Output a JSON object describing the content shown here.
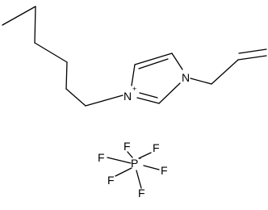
{
  "structure": {
    "cation": {
      "ring_nitrogen_charged": {
        "symbol": "N",
        "charge": "+"
      },
      "ring_nitrogen_neutral": {
        "symbol": "N"
      }
    },
    "anion": {
      "central": {
        "symbol": "P",
        "charge": "-"
      },
      "ligands": [
        "F",
        "F",
        "F",
        "F",
        "F",
        "F"
      ]
    }
  }
}
